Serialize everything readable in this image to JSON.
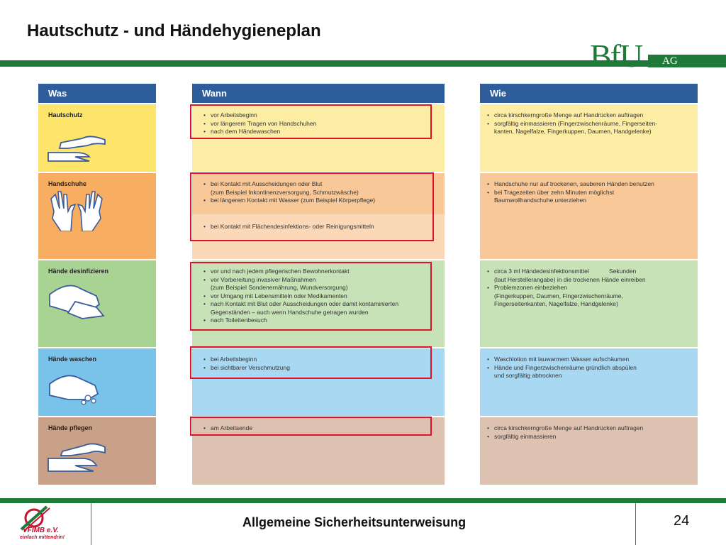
{
  "header": {
    "title": "Hautschutz - und Händehygieneplan",
    "logo_text": "BfU",
    "logo_suffix": "AG"
  },
  "columns": {
    "was": "Was",
    "wann": "Wann",
    "wie": "Wie"
  },
  "rows": [
    {
      "label": "Hautschutz",
      "icon": "hands-cream-icon",
      "wann": [
        "vor Arbeitsbeginn",
        "vor längerem Tragen von Handschuhen",
        "nach dem Händewaschen"
      ],
      "wie": [
        "circa kirschkerngroße Menge auf Handrücken auftragen",
        "sorgfältig einmassieren (Fingerzwischenräume, Fingerseiten-",
        "kanten, Nagelfalze, Fingerkuppen, Daumen, Handgelenke)"
      ]
    },
    {
      "label": "Handschuhe",
      "icon": "gloves-icon",
      "wann": [
        "bei Kontakt mit Ausscheidungen oder Blut",
        "(zum Beispiel Inkontinenzversorgung, Schmutzwäsche)",
        "bei längerem Kontakt mit Wasser (zum Beispiel Körperpflege)"
      ],
      "wann2": [
        "bei Kontakt mit Flächendesinfektions- oder Reinigungsmitteln"
      ],
      "wie": [
        "Handschuhe nur auf trockenen, sauberen Händen benutzen",
        "bei Tragezeiten über zehn Minuten möglichst",
        "Baumwollhandschuhe unterziehen"
      ]
    },
    {
      "label": "Hände desinfizieren",
      "icon": "hands-disinfect-icon",
      "wann": [
        "vor und nach jedem pflegerischen Bewohnerkontakt",
        "vor Vorbereitung invasiver Maßnahmen",
        "(zum Beispiel Sondenernährung, Wundversorgung)",
        "vor Umgang mit Lebensmitteln oder Medikamenten",
        "nach Kontakt mit Blut oder Ausscheidungen oder damit kontaminierten",
        "Gegenständen – auch wenn Handschuhe getragen wurden",
        "nach Toilettenbesuch"
      ],
      "wie": [
        "circa 3 ml Händedesinfektionsmittel            Sekunden",
        "(laut Herstellerangabe) in die trockenen Hände einreiben",
        "Problemzonen einbeziehen",
        "(Fingerkuppen, Daumen, Fingerzwischenräume,",
        "Fingerseitenkanten, Nagelfalze, Handgelenke)"
      ]
    },
    {
      "label": "Hände waschen",
      "icon": "hands-wash-icon",
      "wann": [
        "bei Arbeitsbeginn",
        "bei sichtbarer Verschmutzung"
      ],
      "wie": [
        "Waschlotion mit lauwarmem Wasser aufschäumen",
        "Hände und Fingerzwischenräume gründlich abspülen",
        "und sorgfältig abtrocknen"
      ]
    },
    {
      "label": "Hände pflegen",
      "icon": "hands-care-icon",
      "wann": [
        "am Arbeitsende"
      ],
      "wie": [
        "circa kirschkerngroße Menge auf Handrücken auftragen",
        "sorgfältig einmassieren"
      ]
    }
  ],
  "footer": {
    "title": "Allgemeine Sicherheitsunterweisung",
    "page": "24",
    "org_name": "VFIMB e.V.",
    "org_slogan": "einfach mittendrin!"
  }
}
